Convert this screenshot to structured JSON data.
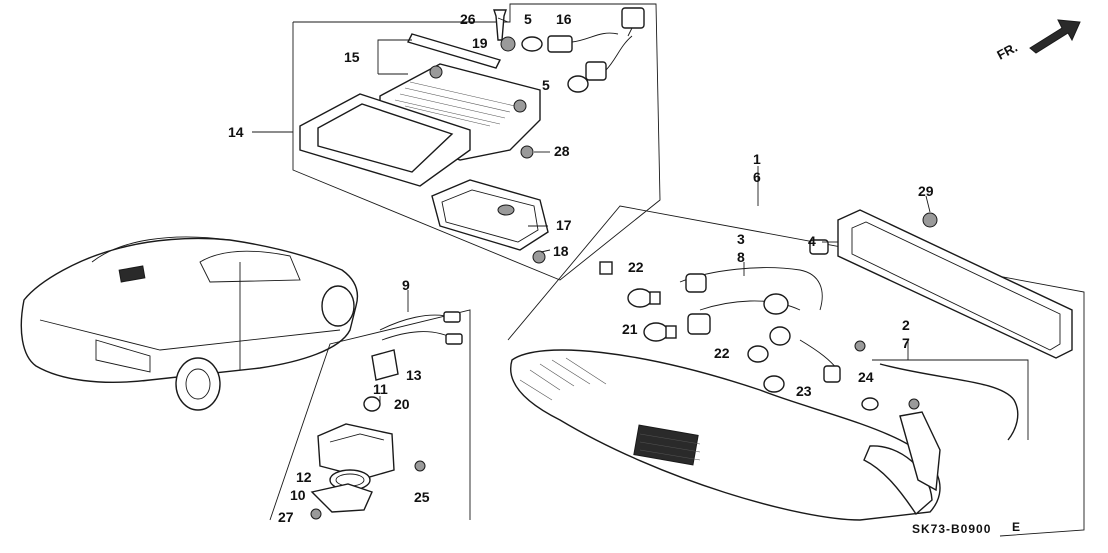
{
  "diagram": {
    "code": "SK73-B0900",
    "edition": "E",
    "direction_label": "FR.",
    "callouts": {
      "c1": "1",
      "c2": "2",
      "c3": "3",
      "c4": "4",
      "c5a": "5",
      "c5b": "5",
      "c6": "6",
      "c7": "7",
      "c8": "8",
      "c9": "9",
      "c10": "10",
      "c11": "11",
      "c12": "12",
      "c13": "13",
      "c14": "14",
      "c15": "15",
      "c16": "16",
      "c17": "17",
      "c18": "18",
      "c19": "19",
      "c20": "20",
      "c21": "21",
      "c22a": "22",
      "c22b": "22",
      "c23": "23",
      "c24": "24",
      "c25": "25",
      "c26": "26",
      "c27": "27",
      "c28": "28",
      "c29": "29"
    }
  }
}
